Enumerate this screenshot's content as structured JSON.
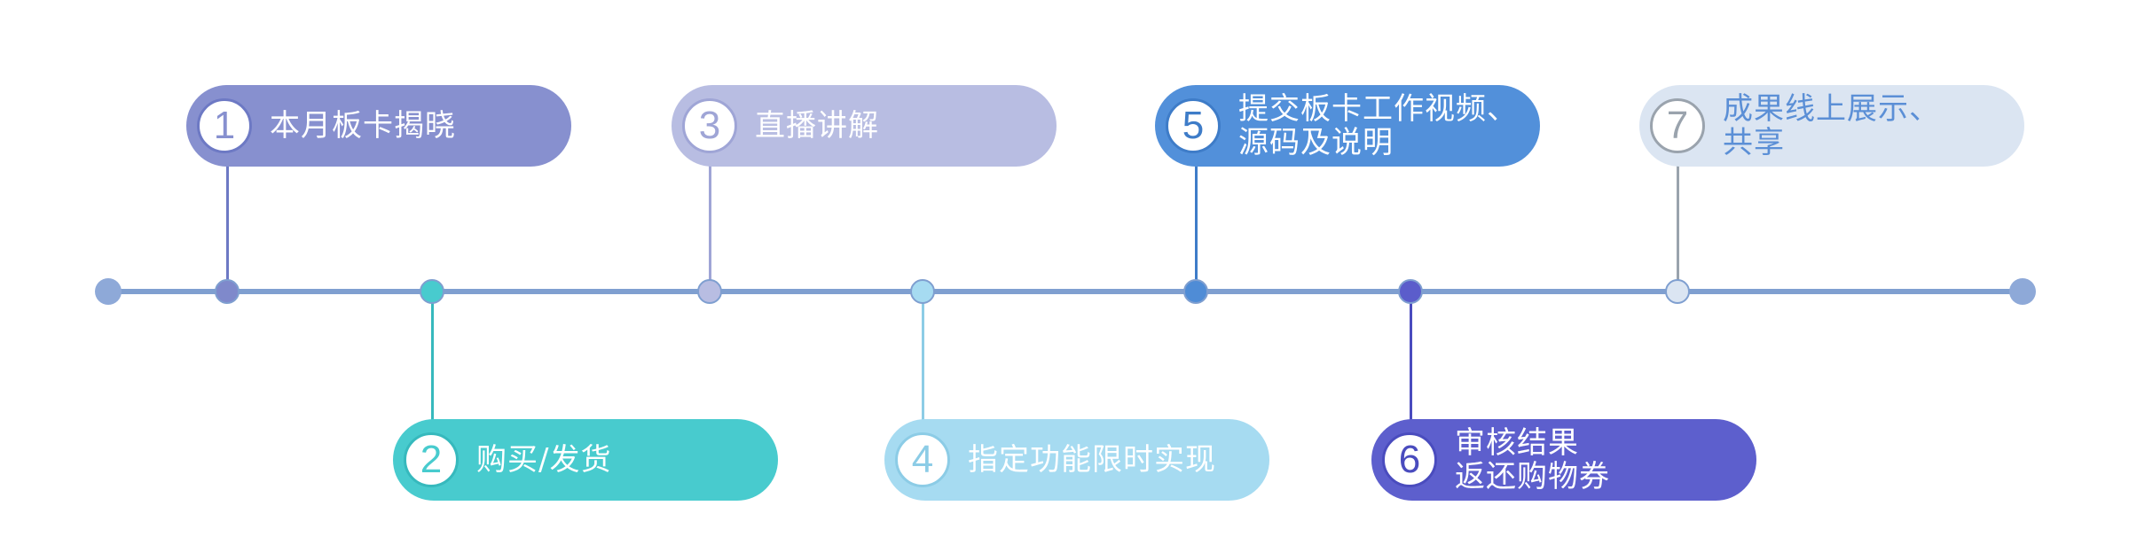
{
  "colors": {
    "axis": "#7f9fd0",
    "end_dot": "#8ea9d8"
  },
  "steps": [
    {
      "number": "1",
      "lines": [
        "本月板卡揭晓"
      ],
      "fill": "#8790cf",
      "badge_border": "#6d79c4",
      "badge_text": "#8790cf",
      "node_fill": "#7f89cb",
      "label_color": "#ffffff"
    },
    {
      "number": "2",
      "lines": [
        "购买/发货"
      ],
      "fill": "#48cbce",
      "badge_border": "#36b9bd",
      "badge_text": "#48cbce",
      "node_fill": "#48cbce",
      "label_color": "#ffffff"
    },
    {
      "number": "3",
      "lines": [
        "直播讲解"
      ],
      "fill": "#b8bde2",
      "badge_border": "#9fa5d6",
      "badge_text": "#9fa5d6",
      "node_fill": "#b8bde2",
      "label_color": "#ffffff"
    },
    {
      "number": "4",
      "lines": [
        "指定功能限时实现"
      ],
      "fill": "#a6dbf1",
      "badge_border": "#8ccce6",
      "badge_text": "#8ccce6",
      "node_fill": "#a6dbf1",
      "label_color": "#ffffff"
    },
    {
      "number": "5",
      "lines": [
        "提交板卡工作视频、",
        "源码及说明"
      ],
      "fill": "#5290da",
      "badge_border": "#3e7cc8",
      "badge_text": "#3e7cc8",
      "node_fill": "#4f8cd6",
      "label_color": "#ffffff"
    },
    {
      "number": "6",
      "lines": [
        "审核结果",
        "返还购物券"
      ],
      "fill": "#5d5fcd",
      "badge_border": "#4a4cbe",
      "badge_text": "#4a4cbe",
      "node_fill": "#5b5dcb",
      "label_color": "#ffffff"
    },
    {
      "number": "7",
      "lines": [
        "成果线上展示、",
        "共享"
      ],
      "fill": "#dbe5f2",
      "badge_border": "#9aa3ad",
      "badge_text": "#9aa3ad",
      "node_fill": "#dbe5f2",
      "label_color": "#5b8fd6"
    }
  ]
}
